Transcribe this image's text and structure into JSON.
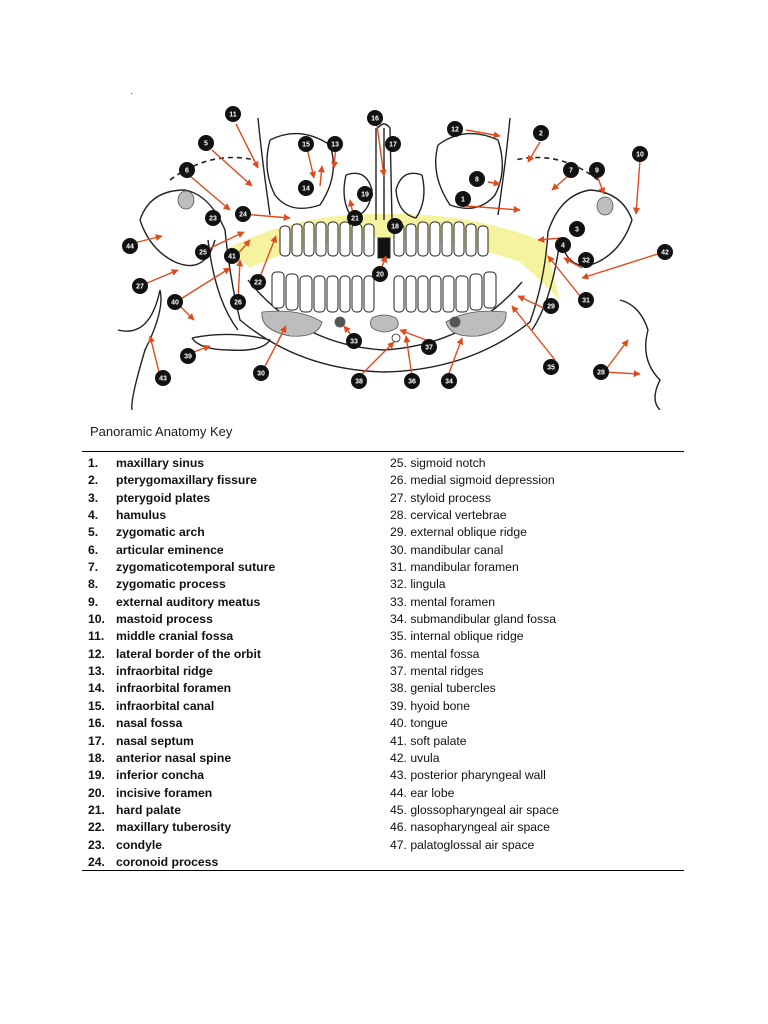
{
  "key": {
    "title": "Panoramic Anatomy Key",
    "left_column": [
      {
        "num": "1.",
        "label": "maxillary sinus"
      },
      {
        "num": "2.",
        "label": "pterygomaxillary fissure"
      },
      {
        "num": "3.",
        "label": "pterygoid plates"
      },
      {
        "num": "4.",
        "label": "hamulus"
      },
      {
        "num": "5.",
        "label": "zygomatic arch"
      },
      {
        "num": "6.",
        "label": "articular eminence"
      },
      {
        "num": "7.",
        "label": "zygomaticotemporal suture"
      },
      {
        "num": "8.",
        "label": "zygomatic process"
      },
      {
        "num": "9.",
        "label": "external auditory meatus"
      },
      {
        "num": "10.",
        "label": "mastoid process"
      },
      {
        "num": "11.",
        "label": "middle cranial fossa"
      },
      {
        "num": "12.",
        "label": "lateral border of the orbit"
      },
      {
        "num": "13.",
        "label": "infraorbital ridge"
      },
      {
        "num": "14.",
        "label": "infraorbital foramen"
      },
      {
        "num": "15.",
        "label": "infraorbital canal"
      },
      {
        "num": "16.",
        "label": "nasal fossa"
      },
      {
        "num": "17.",
        "label": "nasal septum"
      },
      {
        "num": "18.",
        "label": "anterior nasal spine"
      },
      {
        "num": "19.",
        "label": "inferior concha"
      },
      {
        "num": "20.",
        "label": "incisive foramen"
      },
      {
        "num": "21.",
        "label": "hard palate"
      },
      {
        "num": "22.",
        "label": "maxillary tuberosity"
      },
      {
        "num": "23.",
        "label": "condyle"
      },
      {
        "num": "24.",
        "label": "coronoid process"
      }
    ],
    "right_column": [
      {
        "num": "25.",
        "label": "sigmoid notch"
      },
      {
        "num": "26.",
        "label": "medial sigmoid depression"
      },
      {
        "num": "27.",
        "label": "styloid process"
      },
      {
        "num": "28.",
        "label": "cervical vertebrae"
      },
      {
        "num": "29.",
        "label": "external oblique ridge"
      },
      {
        "num": "30.",
        "label": "mandibular canal"
      },
      {
        "num": "31.",
        "label": "mandibular foramen"
      },
      {
        "num": "32.",
        "label": "lingula"
      },
      {
        "num": "33.",
        "label": "mental foramen"
      },
      {
        "num": "34.",
        "label": "submandibular gland fossa"
      },
      {
        "num": "35.",
        "label": "internal oblique ridge"
      },
      {
        "num": "36.",
        "label": "mental fossa"
      },
      {
        "num": "37.",
        "label": "mental ridges"
      },
      {
        "num": "38.",
        "label": "genial tubercles"
      },
      {
        "num": "39.",
        "label": "hyoid bone"
      },
      {
        "num": "40.",
        "label": "tongue"
      },
      {
        "num": "41.",
        "label": "soft palate"
      },
      {
        "num": "42.",
        "label": "uvula"
      },
      {
        "num": "43.",
        "label": "posterior pharyngeal wall"
      },
      {
        "num": "44.",
        "label": "ear lobe"
      },
      {
        "num": "45.",
        "label": "glossopharyngeal air space"
      },
      {
        "num": "46.",
        "label": "nasopharyngeal air space"
      },
      {
        "num": "47.",
        "label": "palatoglossal air space"
      }
    ]
  },
  "diagram": {
    "markers": [
      "1",
      "2",
      "3",
      "4",
      "5",
      "6",
      "7",
      "8",
      "9",
      "10",
      "11",
      "12",
      "13",
      "14",
      "15",
      "16",
      "17",
      "18",
      "19",
      "20",
      "21",
      "22",
      "23",
      "24",
      "25",
      "26",
      "27",
      "28",
      "29",
      "30",
      "31",
      "32",
      "33",
      "34",
      "35",
      "36",
      "37",
      "38",
      "39",
      "40",
      "41",
      "42",
      "43",
      "44"
    ],
    "colors": {
      "marker": "#111111",
      "arrow": "#e04a1c",
      "highlight": "#f6f3a0",
      "shade": "#bdbdbd",
      "line": "#222222"
    }
  }
}
